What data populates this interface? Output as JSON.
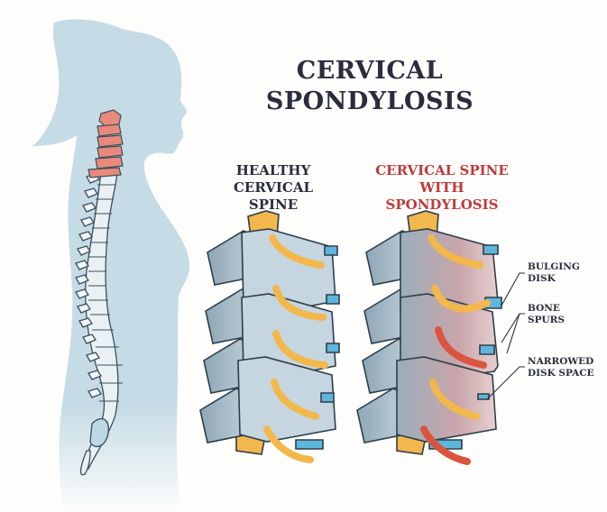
{
  "title": {
    "line1": "CERVICAL",
    "line2": "SPONDYLOSIS"
  },
  "panels": [
    {
      "id": "healthy",
      "heading_line1": "HEALTHY CERVICAL",
      "heading_line2": "SPINE",
      "color": "#2b2d3d"
    },
    {
      "id": "spondylosis",
      "heading_line1": "CERVICAL SPINE WITH",
      "heading_line2": "SPONDYLOSIS",
      "color": "#c0393b"
    }
  ],
  "annotations": [
    {
      "line1": "BULGING",
      "line2": "DISK"
    },
    {
      "line1": "BONE",
      "line2": "SPURS"
    },
    {
      "line1": "NARROWED",
      "line2": "DISK SPACE"
    }
  ],
  "colors": {
    "silhouette": "#c5dbe5",
    "bone": "#a9bfcc",
    "bone_outline": "#3a4e5c",
    "cervical_highlight": "#e78a7c",
    "nerve": "#f2b84b",
    "inflamed_nerve": "#d9553f",
    "disk": "#5fb6dc",
    "degeneration": "#c98a8e",
    "text_dark": "#2b2d3d",
    "text_red": "#c0393b"
  }
}
